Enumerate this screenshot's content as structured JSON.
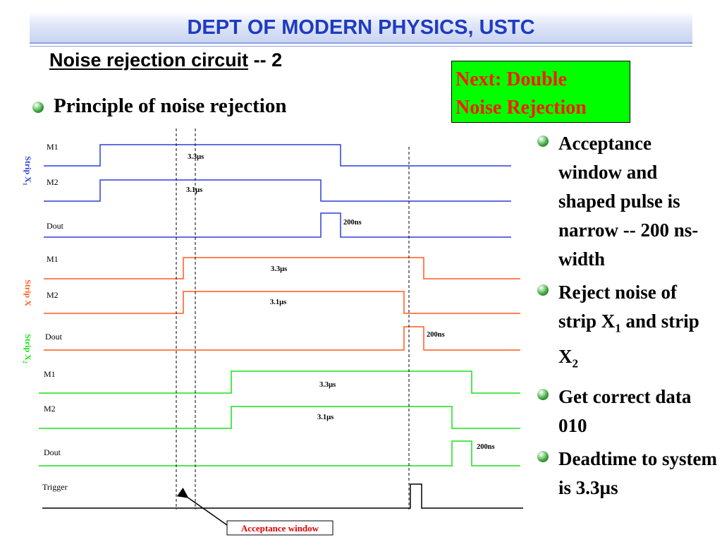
{
  "header": {
    "banner_title": "DEPT OF MODERN PHYSICS, USTC",
    "slide_title_main": "Noise rejection circuit",
    "slide_title_suffix": " -- 2",
    "subheading": "Principle of noise rejection"
  },
  "callout": {
    "line1": "Next: Double",
    "line2": "Noise Rejection"
  },
  "bullets": [
    {
      "text": "Acceptance window and shaped pulse is narrow -- 200 ns-width"
    },
    {
      "pre": "Reject noise of strip X",
      "sub1": "1",
      "mid": " and strip X",
      "sub2": "2"
    },
    {
      "text": "Get correct data 010"
    },
    {
      "text": "Deadtime to system is 3.3µs"
    }
  ],
  "timing": {
    "groups": [
      {
        "label": "Strip X",
        "sub": "1",
        "color": "#2e3fd8"
      },
      {
        "label": "Strip X",
        "sub": "",
        "color": "#ff5a1f"
      },
      {
        "label": "Strip X",
        "sub": "2",
        "color": "#19e019"
      }
    ],
    "signals": [
      {
        "name": "M1",
        "group": 0,
        "width_label": "3.3µs"
      },
      {
        "name": "M2",
        "group": 0,
        "width_label": "3.1µs"
      },
      {
        "name": "Dout",
        "group": 0,
        "width_label": "200ns"
      },
      {
        "name": "M1",
        "group": 1,
        "width_label": "3.3µs"
      },
      {
        "name": "M2",
        "group": 1,
        "width_label": "3.1µs"
      },
      {
        "name": "Dout",
        "group": 1,
        "width_label": "200ns"
      },
      {
        "name": "M1",
        "group": 2,
        "width_label": "3.3µs"
      },
      {
        "name": "M2",
        "group": 2,
        "width_label": "3.1µs"
      },
      {
        "name": "Dout",
        "group": 2,
        "width_label": "200ns"
      },
      {
        "name": "Trigger",
        "group": -1,
        "width_label": ""
      }
    ],
    "acceptance_label": "Acceptance window"
  },
  "colors": {
    "banner_text": "#1f3bbf",
    "callout_bg": "#00ff00",
    "callout_text": "#ff1a00",
    "strip_x1": "#2e3fd8",
    "strip_x": "#ff5a1f",
    "strip_x2": "#19e019"
  }
}
